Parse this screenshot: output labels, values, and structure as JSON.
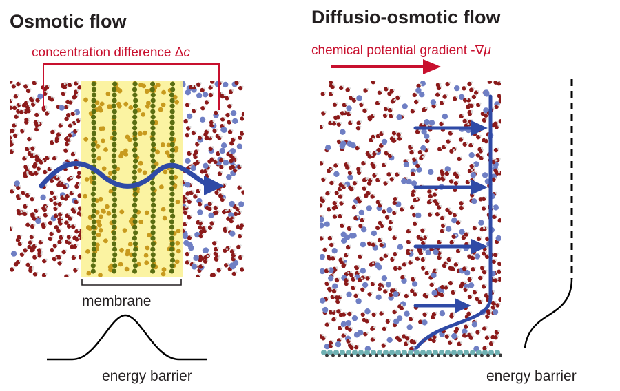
{
  "left_panel": {
    "title": "Osmotic flow",
    "concentration_label": "concentration difference Δ",
    "concentration_symbol": "c",
    "membrane_label": "membrane",
    "energy_label": "energy barrier"
  },
  "right_panel": {
    "title": "Diffusio-osmotic flow",
    "gradient_label": "chemical potential gradient -∇",
    "gradient_symbol": "μ",
    "energy_label": "energy barrier"
  },
  "colors": {
    "accent_red": "#c8102e",
    "flow_blue": "#2f4aa6",
    "water_red": "#8b1a1a",
    "solute_blue": "#6f7fc4",
    "membrane_yellow": "#fbf29a",
    "membrane_atom": "#c89a1e",
    "membrane_column": "#5a6e12",
    "wall_atom": "#6fb1b3"
  }
}
